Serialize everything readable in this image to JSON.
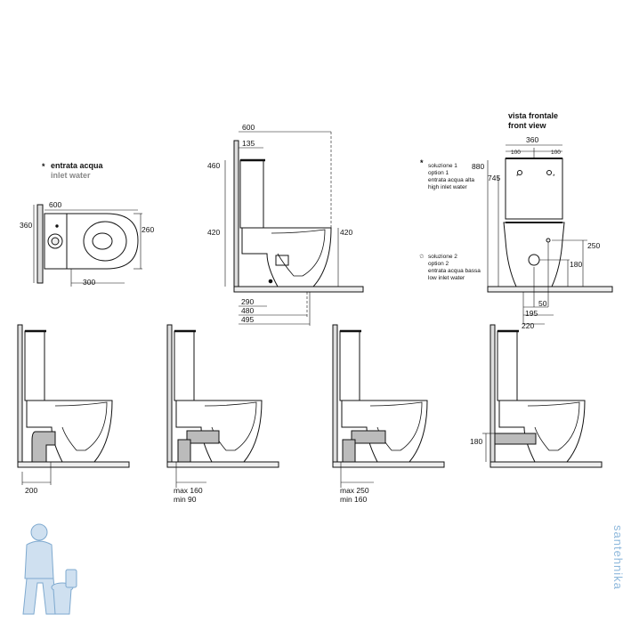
{
  "legend": {
    "asterisk": "*",
    "inlet_it": "entrata acqua",
    "inlet_en": "inlet water"
  },
  "top_view": {
    "width": "600",
    "height_left": "360",
    "height_right": "260",
    "bottom": "300"
  },
  "side_view": {
    "top": "600",
    "tank_depth": "135",
    "h_tank": "460",
    "h_bowl_left": "420",
    "h_bowl_right": "420",
    "d1": "290",
    "d2": "480",
    "d3": "495"
  },
  "front_view": {
    "title_it": "vista frontale",
    "title_en": "front view",
    "width": "360",
    "sub_left": "100",
    "sub_right": "100",
    "h_total": "880",
    "h_tank": "745",
    "h_inlet": "250",
    "h_outlet": "180",
    "w_50": "50",
    "w_195": "195",
    "w_220": "220",
    "opt1_star": "*",
    "opt1": [
      "soluzione 1",
      "option 1",
      "entrata acqua alta",
      "high inlet water"
    ],
    "opt2_star": "✩",
    "opt2": [
      "soluzione 2",
      "option 2",
      "entrata acqua bassa",
      "low inlet water"
    ]
  },
  "outlet_views": [
    {
      "lines": [
        "200"
      ]
    },
    {
      "lines": [
        "max 160",
        "min  90"
      ]
    },
    {
      "lines": [
        "max 250",
        "min  160"
      ]
    },
    {
      "lines": [
        "180"
      ]
    }
  ],
  "watermark": "santehnika"
}
